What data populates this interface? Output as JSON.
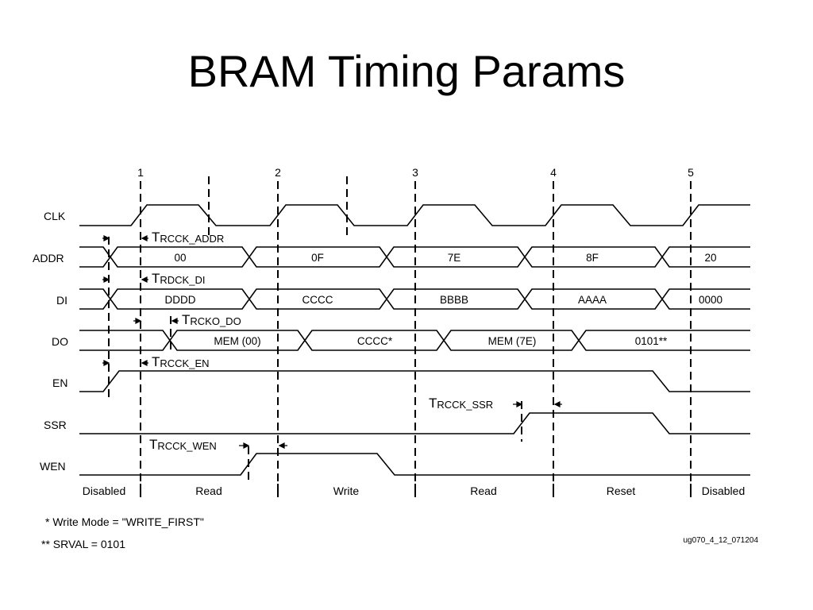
{
  "slide": {
    "title": "BRAM Timing Params"
  },
  "diagram": {
    "clock_edges": [
      "1",
      "2",
      "3",
      "4",
      "5"
    ],
    "signals": {
      "clk": "CLK",
      "addr": "ADDR",
      "di": "DI",
      "do": "DO",
      "en": "EN",
      "ssr": "SSR",
      "wen": "WEN"
    },
    "addr_values": [
      "00",
      "0F",
      "7E",
      "8F",
      "20"
    ],
    "di_values": [
      "DDDD",
      "CCCC",
      "BBBB",
      "AAAA",
      "0000"
    ],
    "do_values": [
      "MEM (00)",
      "CCCC*",
      "MEM (7E)",
      "0101**"
    ],
    "params": {
      "rcck_addr": {
        "t": "T",
        "sub": "RCCK_ADDR"
      },
      "rdck_di": {
        "t": "T",
        "sub": "RDCK_DI"
      },
      "rcko_do": {
        "t": "T",
        "sub": "RCKO_DO"
      },
      "rcck_en": {
        "t": "T",
        "sub": "RCCK_EN"
      },
      "rcck_ssr": {
        "t": "T",
        "sub": "RCCK_SSR"
      },
      "rcck_wen": {
        "t": "T",
        "sub": "RCCK_WEN"
      }
    },
    "phases": [
      "Disabled",
      "Read",
      "Write",
      "Read",
      "Reset",
      "Disabled"
    ],
    "notes": [
      "* Write Mode = \"WRITE_FIRST\"",
      "** SRVAL = 0101"
    ],
    "figure_id": "ug070_4_12_071204"
  }
}
